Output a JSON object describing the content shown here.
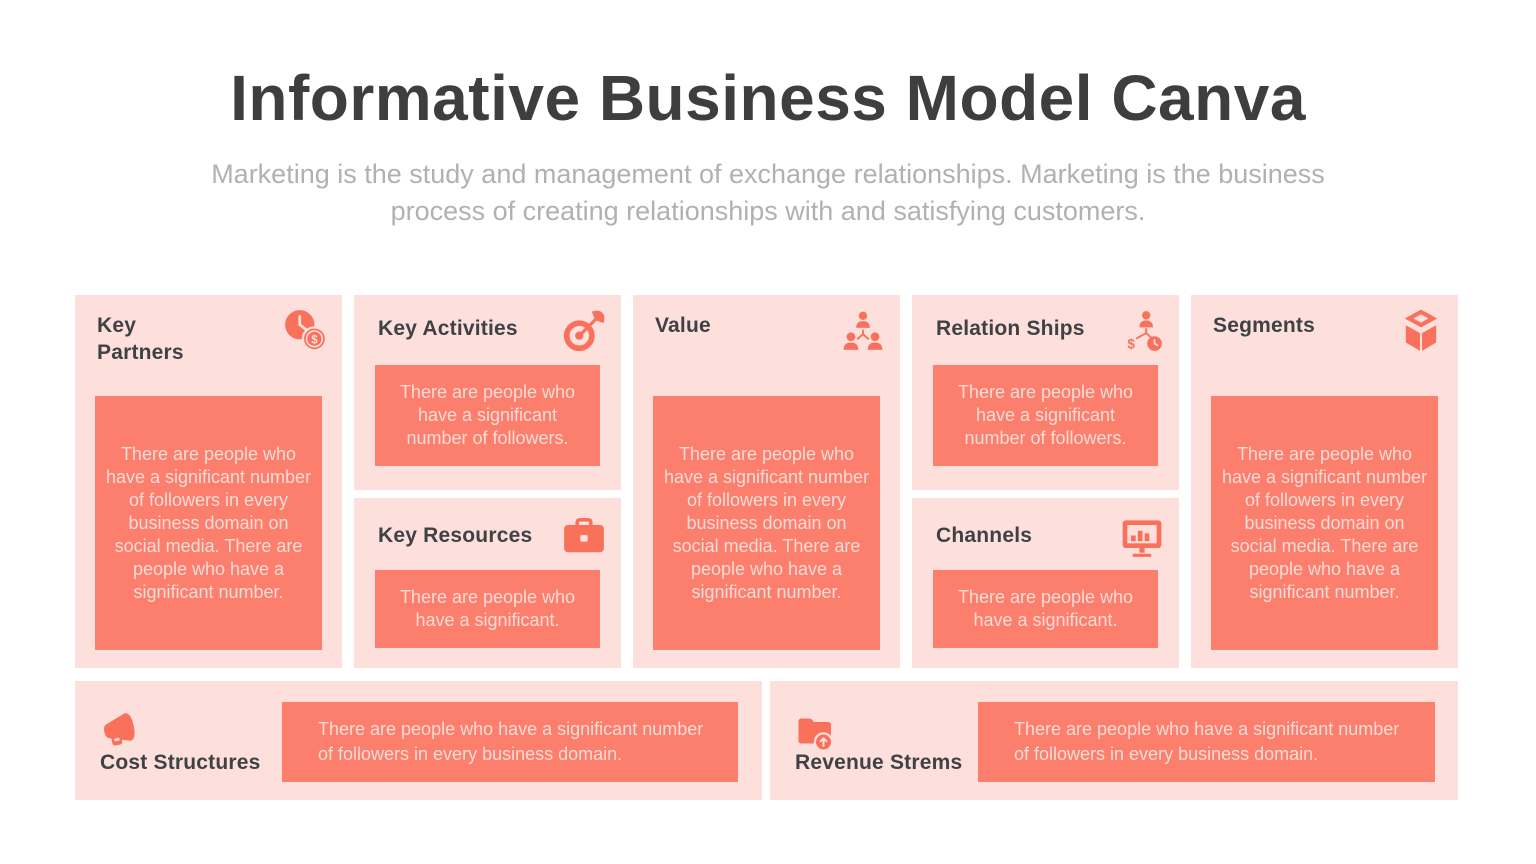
{
  "page": {
    "title": "Informative Business Model Canva",
    "subtitle_line1": "Marketing is the study and management of exchange relationships. Marketing is the business",
    "subtitle_line2": "process of creating relationships with and satisfying customers."
  },
  "colors": {
    "background": "#ffffff",
    "card_background": "#fde0db",
    "box_background": "#fc7e6d",
    "icon_accent": "#f9705b",
    "title_text": "#3e3e3e",
    "subtitle_text": "#b1b1b1",
    "heading_text": "#3f4245",
    "box_text": "#fbdcd6"
  },
  "cards": {
    "key_partners": {
      "title": "Key Partners",
      "icon": "time-money-icon",
      "body": "There are people who have a significant number of followers in every business domain on social media. There are people who have a significant number."
    },
    "key_activities": {
      "title": "Key Activities",
      "icon": "target-icon",
      "body": "There are people who have a significant number of followers."
    },
    "key_resources": {
      "title": "Key Resources",
      "icon": "briefcase-icon",
      "body": "There are people who have a significant."
    },
    "value": {
      "title": "Value",
      "icon": "org-chart-people-icon",
      "body": "There are people who have a significant number of followers in every business domain on social media. There are people who have a significant number."
    },
    "relation_ships": {
      "title": "Relation Ships",
      "icon": "person-money-time-icon",
      "body": "There are people who have a significant number of followers."
    },
    "channels": {
      "title": "Channels",
      "icon": "monitor-bar-chart-icon",
      "body": "There are people who have a significant."
    },
    "segments": {
      "title": "Segments",
      "icon": "open-box-icon",
      "body": "There are people who have a significant number of followers in every business domain on social media. There are people who have a significant number."
    },
    "cost_structures": {
      "title": "Cost Structures",
      "icon": "megaphone-icon",
      "body": "There are people who have a significant number of followers in every business domain."
    },
    "revenue_strems": {
      "title": "Revenue Strems",
      "icon": "folder-upload-icon",
      "body": "There are people who have a significant number of followers in every business domain."
    }
  }
}
